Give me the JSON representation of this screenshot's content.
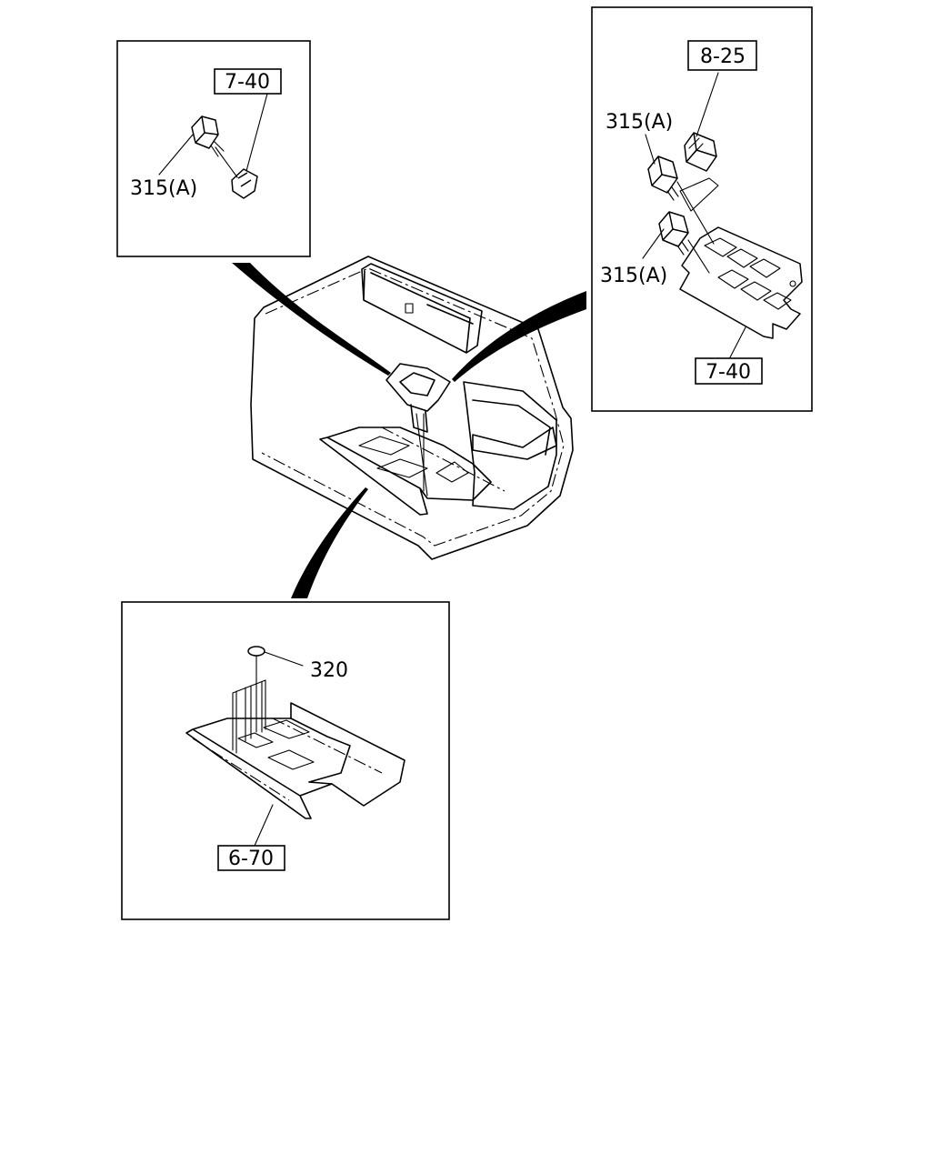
{
  "callouts": {
    "top_left": {
      "ref": "7-40",
      "part": "315(A)"
    },
    "top_right": {
      "ref_top": "8-25",
      "part_upper": "315(A)",
      "part_lower": "315(A)",
      "ref_bottom": "7-40"
    },
    "bottom": {
      "part": "320",
      "ref": "6-70"
    }
  }
}
